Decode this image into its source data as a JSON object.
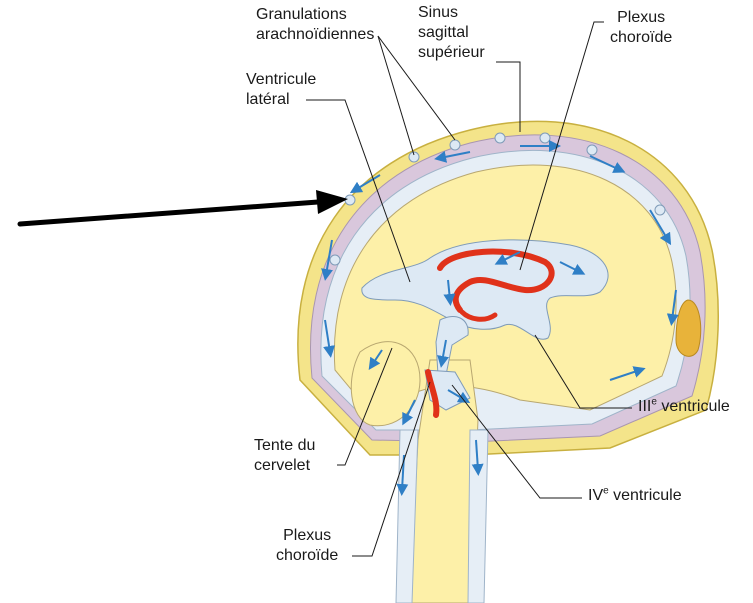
{
  "labels": {
    "granulations": {
      "line1": "Granulations",
      "line2": "arachnoïdiennes"
    },
    "sinus": {
      "line1": "Sinus",
      "line2": "sagittal",
      "line3": "supérieur"
    },
    "plexus_top": {
      "line1": "Plexus",
      "line2": "choroïde"
    },
    "ventricule_lateral": {
      "line1": "Ventricule",
      "line2": "latéral"
    },
    "tente": {
      "line1": "Tente du",
      "line2": "cervelet"
    },
    "plexus_bottom": {
      "line1": "Plexus",
      "line2": "choroïde"
    },
    "third_ventricle": {
      "prefix": "III",
      "sup": "e",
      "suffix": " ventricule"
    },
    "fourth_ventricle": {
      "prefix": "IV",
      "sup": "e",
      "suffix": " ventricule"
    }
  },
  "colors": {
    "skull": "#f4e48a",
    "dura": "#d9c7dc",
    "brain": "#fdf0a8",
    "csf": "#dde9f4",
    "arrow": "#2f7fc6",
    "plexus": "#e0321a",
    "sinus_accent": "#e8b33a"
  }
}
